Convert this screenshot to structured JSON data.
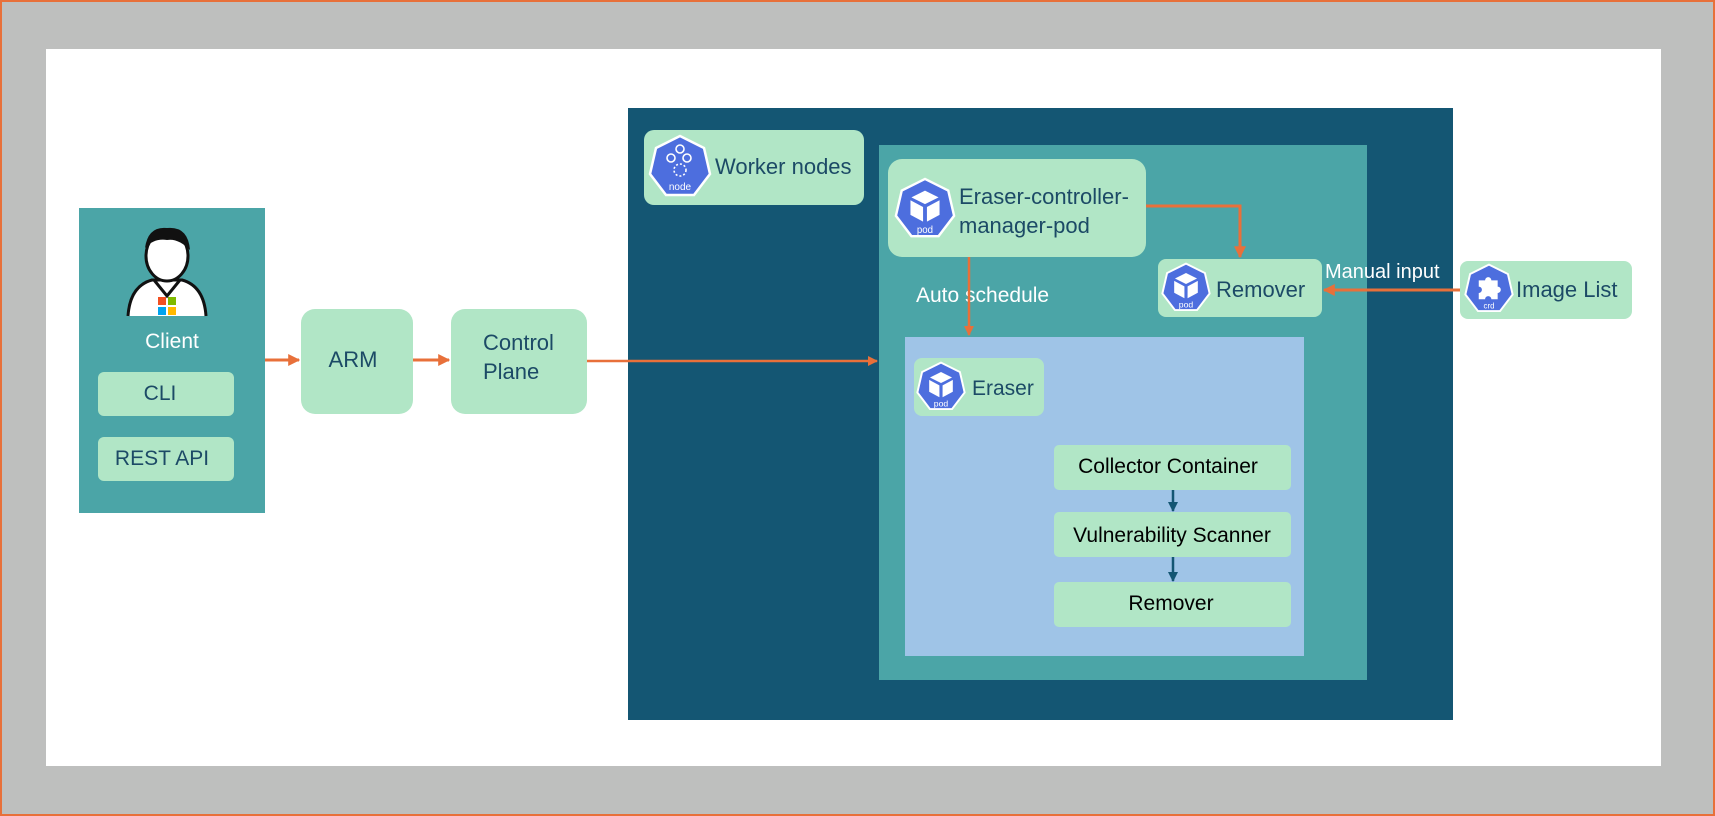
{
  "client": {
    "label": "Client",
    "cli": "CLI",
    "rest_api": "REST API"
  },
  "arm": {
    "label": "ARM"
  },
  "control_plane": {
    "line1": "Control",
    "line2": "Plane"
  },
  "worker_nodes": {
    "label": "Worker nodes",
    "icon_text": "node"
  },
  "controller_pod": {
    "line1": "Eraser-controller-",
    "line2": "manager-pod",
    "icon_text": "pod"
  },
  "remover_pod": {
    "label": "Remover",
    "icon_text": "pod"
  },
  "image_list": {
    "label": "Image List",
    "icon_text": "crd"
  },
  "manual_input": {
    "label": "Manual input"
  },
  "auto_schedule": {
    "label": "Auto schedule"
  },
  "eraser_pod": {
    "label": "Eraser",
    "icon_text": "pod",
    "containers": {
      "collector": "Collector Container",
      "scanner": "Vulnerability Scanner",
      "remover": "Remover"
    }
  },
  "colors": {
    "border": "#e8703a",
    "outer_bg": "#bebfbe",
    "teal": "#4ba5a7",
    "dark_blue": "#145673",
    "light_blue": "#9fc4e7",
    "mint": "#b1e6c6",
    "k8s_blue": "#4d6ede",
    "arrow_orange": "#e8703a",
    "arrow_blue": "#145673"
  },
  "icons": {
    "user": "user-avatar-icon",
    "node": "kubernetes-node-icon",
    "pod": "kubernetes-pod-icon",
    "crd": "kubernetes-crd-icon"
  }
}
